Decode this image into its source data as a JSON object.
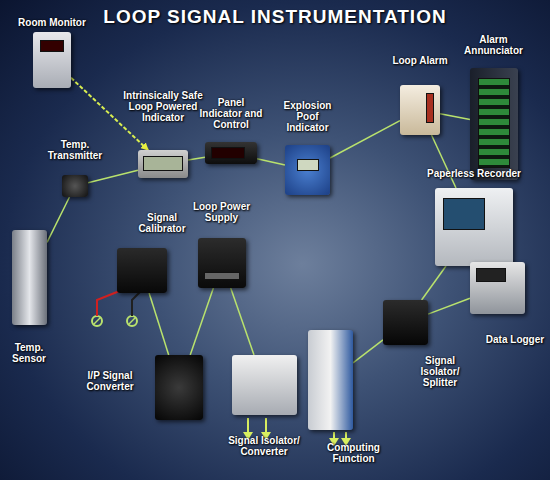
{
  "diagram": {
    "title": "LOOP SIGNAL INSTRUMENTATION",
    "nodes": [
      {
        "text": [
          "Room Monitor"
        ]
      },
      {
        "text": [
          "Temp. Transmitter"
        ]
      },
      {
        "text": [
          "Intrinsically Safe Loop Powered Indicator"
        ]
      },
      {
        "text": [
          "Panel Indicator and Control"
        ]
      },
      {
        "text": [
          "Explosion Poof Indicator"
        ]
      },
      {
        "text": [
          "Loop Alarm"
        ]
      },
      {
        "text": [
          "Alarm Annunciator"
        ]
      },
      {
        "text": [
          "Temp. Sensor"
        ]
      },
      {
        "text": [
          "Signal Calibrator"
        ]
      },
      {
        "text": [
          "Loop Power Supply"
        ]
      },
      {
        "text": [
          "Paperless Recorder"
        ]
      },
      {
        "text": [
          "I/P Signal Converter"
        ]
      },
      {
        "text": [
          "Signal Isolator/ Converter"
        ]
      },
      {
        "text": [
          "Computing Function"
        ]
      },
      {
        "text": [
          "Signal Isolator/ Splitter"
        ]
      },
      {
        "text": [
          "Data Logger"
        ]
      }
    ],
    "edges": [
      {
        "from": 0,
        "to": 2,
        "arrow": "to"
      },
      {
        "from": 7,
        "to": 1,
        "arrow": "none"
      },
      {
        "from": 1,
        "to": 2,
        "arrow": "none"
      },
      {
        "from": 2,
        "to": 3,
        "arrow": "none"
      },
      {
        "from": 3,
        "to": 4,
        "arrow": "none"
      },
      {
        "from": 4,
        "to": 5,
        "arrow": "none"
      },
      {
        "from": 5,
        "to": 6,
        "arrow": "none"
      },
      {
        "from": 5,
        "to": 10,
        "arrow": "none"
      },
      {
        "from": 10,
        "to": 15,
        "arrow": "none"
      },
      {
        "from": 10,
        "to": 14,
        "arrow": "none"
      },
      {
        "from": 8,
        "to": 11,
        "arrow": "none"
      },
      {
        "from": 9,
        "to": 11,
        "arrow": "none"
      },
      {
        "from": 9,
        "to": 12,
        "arrow": "none"
      },
      {
        "from": 14,
        "to": 13,
        "arrow": "none"
      },
      {
        "from": 14,
        "to": 15,
        "arrow": "none"
      }
    ]
  }
}
